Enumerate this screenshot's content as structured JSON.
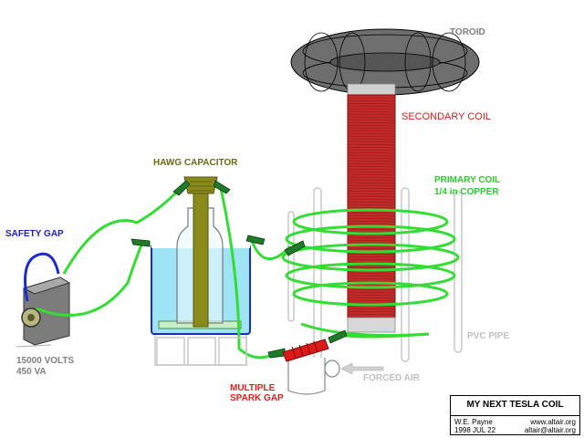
{
  "labels": {
    "toroid": "TOROID",
    "secondary_coil": "SECONDARY COIL",
    "capacitor": "HAWG CAPACITOR",
    "primary_coil": "PRIMARY COIL",
    "primary_coil_sub": "1/4 in COPPER",
    "safety_gap": "SAFETY GAP",
    "transformer_volts": "15000 VOLTS",
    "transformer_va": "450 VA",
    "pvc_pipe": "PVC PIPE",
    "forced_air": "FORCED AIR",
    "spark_gap_line1": "MULTIPLE",
    "spark_gap_line2": "SPARK GAP"
  },
  "title_block": {
    "title": "MY NEXT TESLA COIL",
    "author": "W.E. Payne",
    "date": "1998 JUL 22",
    "website": "www.altair.org",
    "email": "altair@altair.org"
  },
  "colors": {
    "wire": "#33dd33",
    "secondary_winding": "#c42a2a",
    "toroid": "#6e6e6e",
    "water": "#9fe4f4",
    "safety_gap_wire": "#1a2acc",
    "spark_gap": "#dd1a1a"
  }
}
